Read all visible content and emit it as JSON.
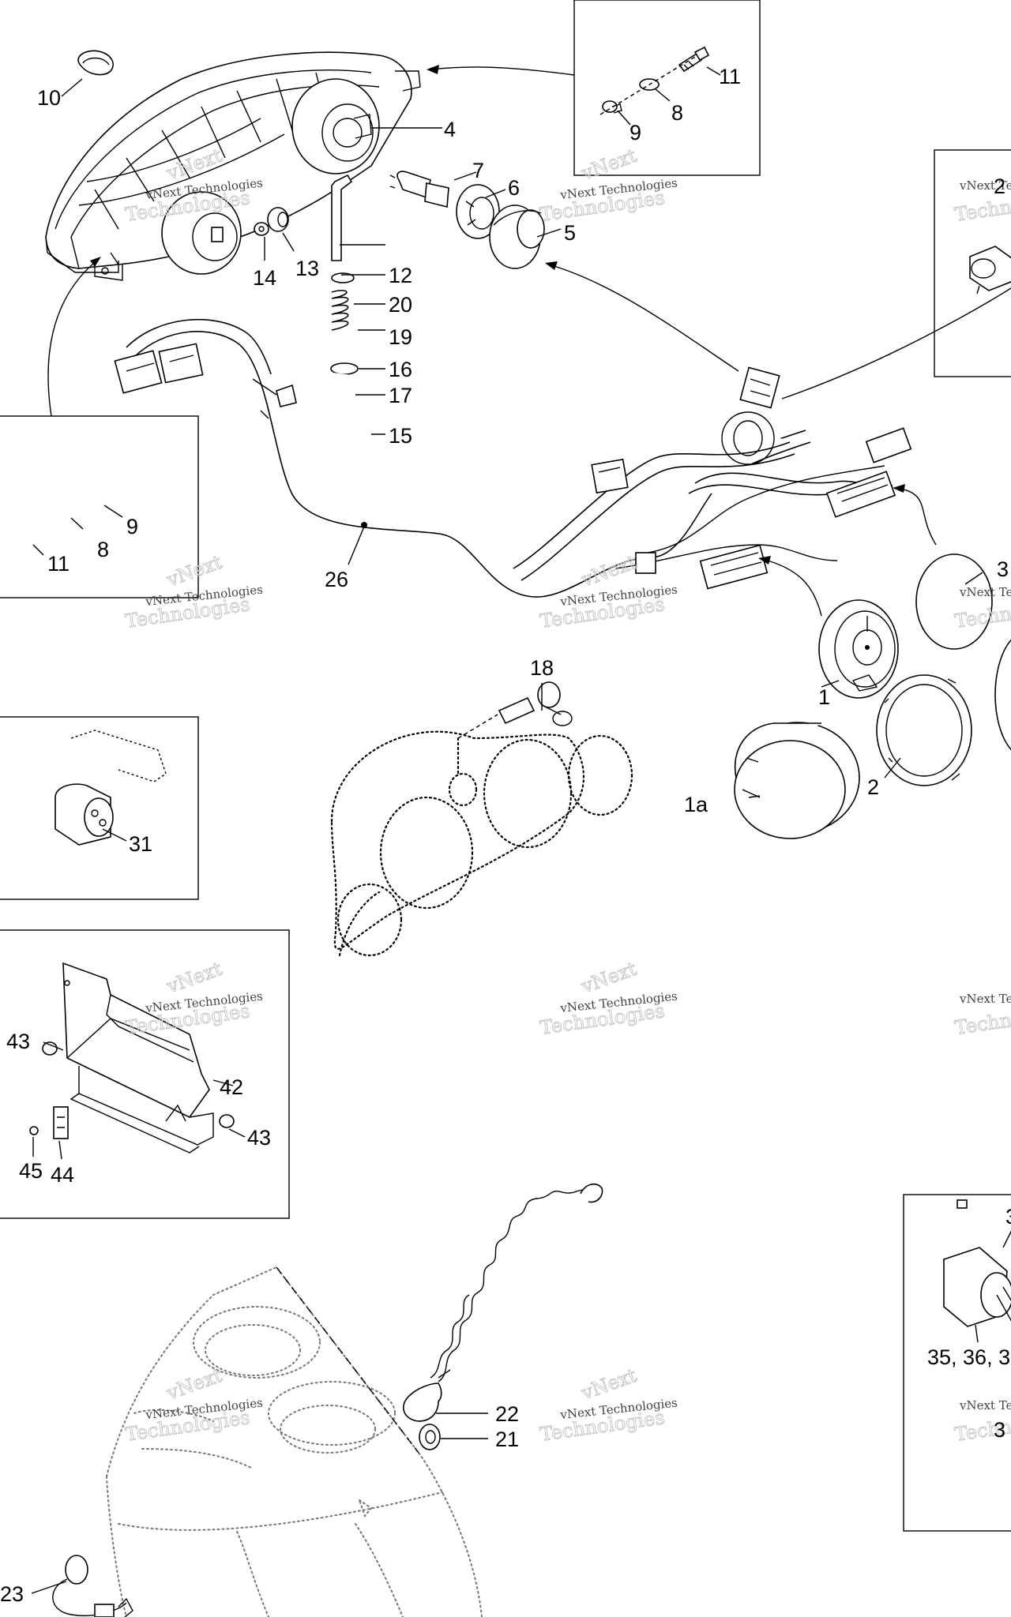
{
  "watermark": {
    "line1": "vNext Technologies",
    "line2": "vNext",
    "line3": "Technologies"
  },
  "labels": {
    "p10": "10",
    "p4": "4",
    "p7": "7",
    "p6": "6",
    "p5": "5",
    "p11a": "11",
    "p8a": "8",
    "p9a": "9",
    "p14": "14",
    "p13": "13",
    "p12": "12",
    "p20": "20",
    "p19": "19",
    "p16": "16",
    "p17": "17",
    "p15": "15",
    "p9b": "9",
    "p8b": "8",
    "p11b": "11",
    "p26": "26",
    "p18": "18",
    "p1": "1",
    "p1a": "1a",
    "p2": "2",
    "p31": "31",
    "p43a": "43",
    "p42": "42",
    "p43b": "43",
    "p45": "45",
    "p44": "44",
    "p22": "22",
    "p21": "21",
    "p23": "23",
    "p3": "3",
    "p2x": "2",
    "p3b": "3",
    "p35": "35, 36, 3",
    "p3c": "3"
  }
}
